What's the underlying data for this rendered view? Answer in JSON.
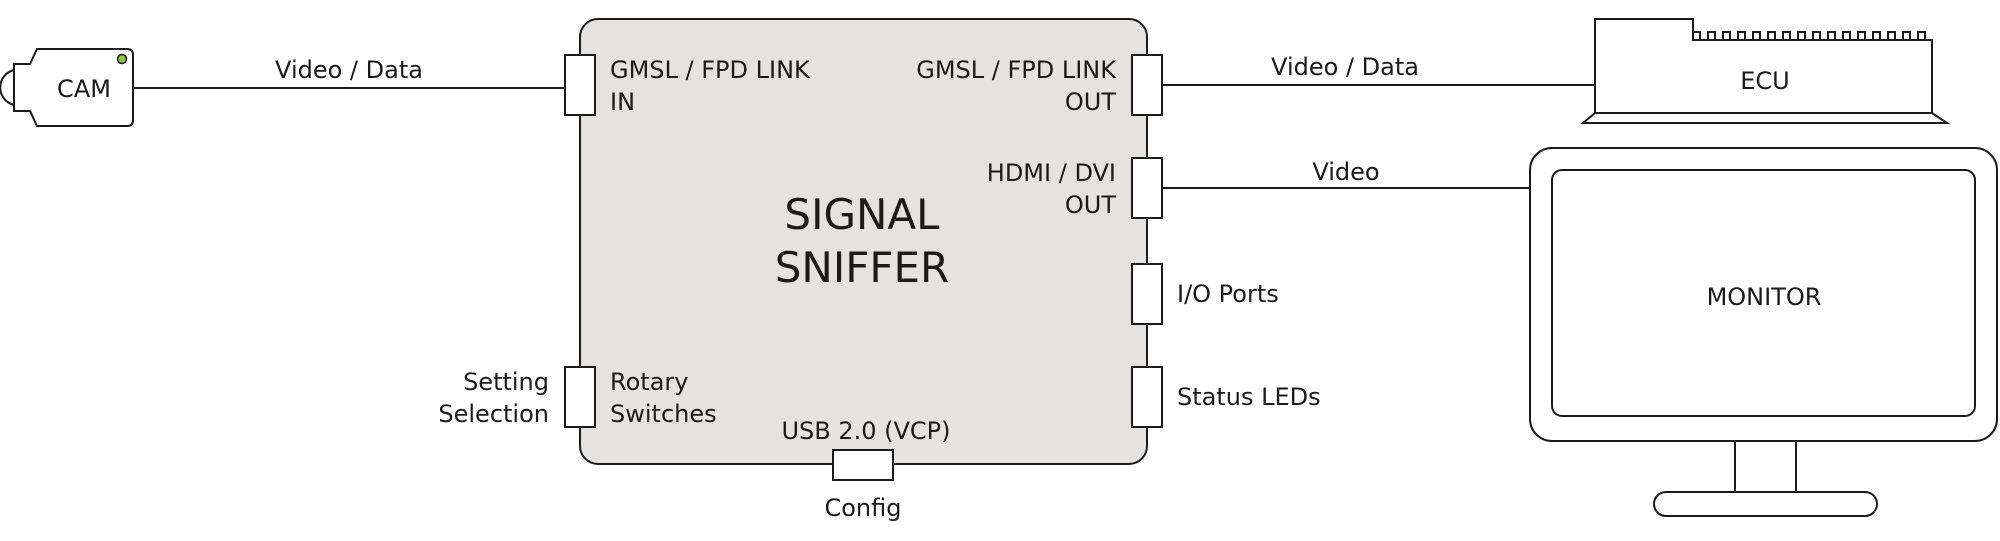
{
  "sniffer": {
    "title_line1": "SIGNAL",
    "title_line2": "SNIFFER"
  },
  "cam": {
    "label": "CAM"
  },
  "ecu": {
    "label": "ECU"
  },
  "monitor": {
    "label": "MONITOR"
  },
  "ports": {
    "in_line1": "GMSL / FPD LINK",
    "in_line2": "IN",
    "out_line1": "GMSL / FPD LINK",
    "out_line2": "OUT",
    "hdmi_line1": "HDMI / DVI",
    "hdmi_line2": "OUT",
    "io": "I/O Ports",
    "leds": "Status LEDs",
    "rotary_line1": "Rotary",
    "rotary_line2": "Switches",
    "usb": "USB 2.0 (VCP)"
  },
  "connections": {
    "cam_to_sniffer": "Video / Data",
    "sniffer_to_ecu": "Video / Data",
    "sniffer_to_monitor": "Video",
    "setting_line1": "Setting",
    "setting_line2": "Selection",
    "config": "Config"
  },
  "colors": {
    "box_fill": "#e4e3e2",
    "stroke": "#1a1a1a",
    "led": "#8dc63f"
  }
}
